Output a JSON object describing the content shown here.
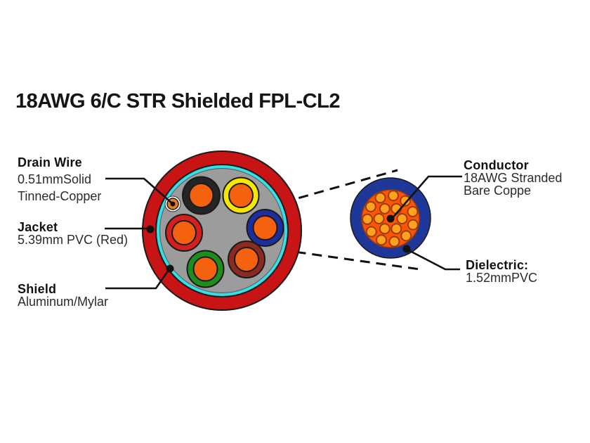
{
  "title": "18AWG 6/C STR Shielded FPL-CL2",
  "callouts": {
    "drain_wire": {
      "heading": "Drain Wire",
      "lines": [
        "0.51mmSolid",
        "Tinned-Copper"
      ]
    },
    "jacket": {
      "heading": "Jacket",
      "lines": [
        "5.39mm PVC (Red)"
      ]
    },
    "shield": {
      "heading": "Shield",
      "lines": [
        "Aluminum/Mylar"
      ]
    },
    "conductor": {
      "heading": "Conductor",
      "lines": [
        "18AWG Stranded",
        "Bare Coppe"
      ]
    },
    "dielectric": {
      "heading": "Dielectric:",
      "lines": [
        "1.52mmPVC"
      ]
    }
  },
  "colors": {
    "jacket_red": "#c81414",
    "shield_cyan": "#35dfe6",
    "filler_gray": "#9c9c9c",
    "cond_black": "#242424",
    "cond_yellow": "#f6e800",
    "cond_blue": "#1d2f9e",
    "cond_maroon": "#8b2a20",
    "cond_green": "#1f8c1f",
    "cond_red": "#d41f1f",
    "copper_orange": "#f4610f",
    "drain_orange": "#e87f1a",
    "dielectric_blue": "#1e3799",
    "core_orange": "#ff5405",
    "strand_orange": "#ffa01e",
    "strand_outline": "#9a3c05",
    "line_black": "#111111"
  }
}
